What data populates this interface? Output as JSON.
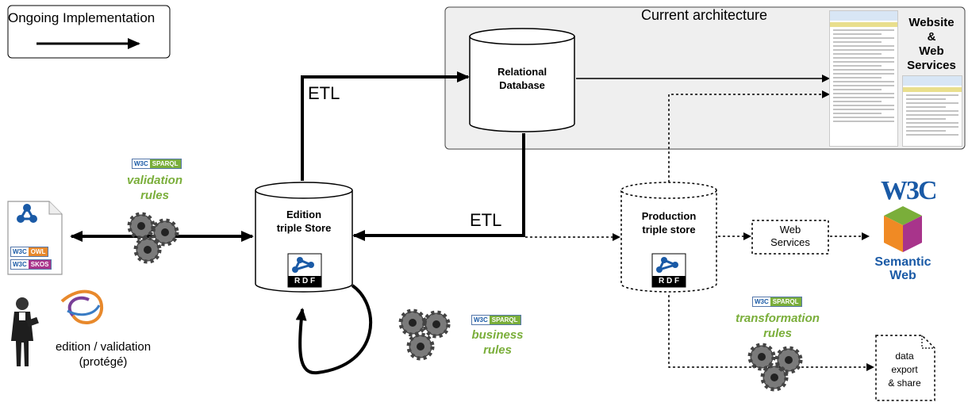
{
  "legend": {
    "title": "Ongoing Implementation"
  },
  "architecture": {
    "title": "Current architecture"
  },
  "website": {
    "label_line1": "Website",
    "label_line2": "&",
    "label_line3": "Web",
    "label_line4": "Services"
  },
  "relational_db": {
    "line1": "Relational",
    "line2": "Database"
  },
  "edition_store": {
    "line1": "Edition",
    "line2": "triple Store"
  },
  "production_store": {
    "line1": "Production",
    "line2": "triple store"
  },
  "etl_top": "ETL",
  "etl_mid": "ETL",
  "web_services_box": {
    "line1": "Web",
    "line2": "Services"
  },
  "data_export": {
    "line1": "data",
    "line2": "export",
    "line3": "& share"
  },
  "validation_rules": {
    "line1": "validation",
    "line2": "rules"
  },
  "business_rules": {
    "line1": "business",
    "line2": "rules"
  },
  "transformation_rules": {
    "line1": "transformation",
    "line2": "rules"
  },
  "editor": {
    "line1": "edition / validation",
    "line2": "(protégé)"
  },
  "sparql_badge": {
    "w3c": "W3C",
    "sparql": "SPARQL"
  },
  "owl_badge": "OWL",
  "skos_badge": "SKOS",
  "rdf_label": "R D F",
  "semantic_web": {
    "w3c": "W3C",
    "line1": "Semantic",
    "line2": "Web"
  },
  "colors": {
    "rule_green": "#7aae3a",
    "arch_panel": "#efefef",
    "semantic_web_blue": "#1a5aa6"
  }
}
